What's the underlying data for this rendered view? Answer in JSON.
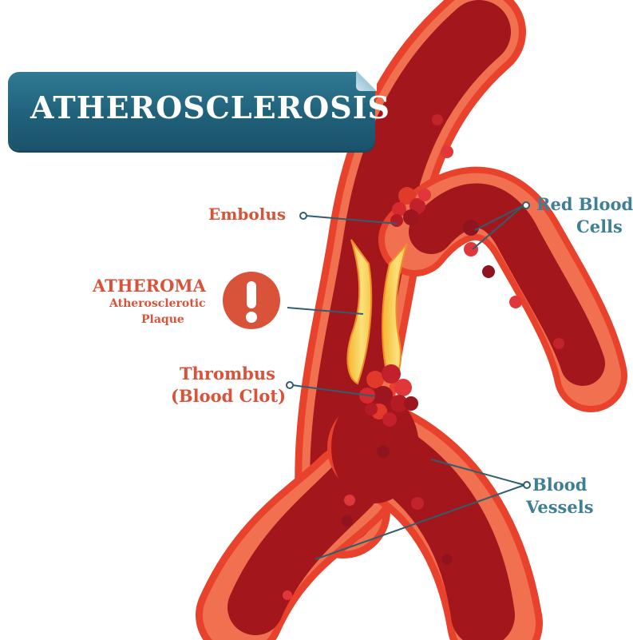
{
  "title": "ATHEROSCLEROSIS",
  "labels": {
    "embolus": "Embolus",
    "atheroma": "ATHEROMA",
    "atheroma_sub_line1": "Atherosclerotic",
    "atheroma_sub_line2": "Plaque",
    "thrombus_line1": "Thrombus",
    "thrombus_line2": "(Blood Clot)",
    "rbc_line1": "Red Blood",
    "rbc_line2": "Cells",
    "vessels_line1": "Blood",
    "vessels_line2": "Vessels"
  },
  "icons": {
    "warning": "exclamation-icon"
  },
  "colors": {
    "banner": "#1f5f78",
    "label_red": "#d9533a",
    "label_blue": "#3f7f95",
    "vessel_outer": "#e23a2a",
    "vessel_inner": "#a3161c",
    "plaque": "#f6c243",
    "connector": "#2e5f6f"
  }
}
